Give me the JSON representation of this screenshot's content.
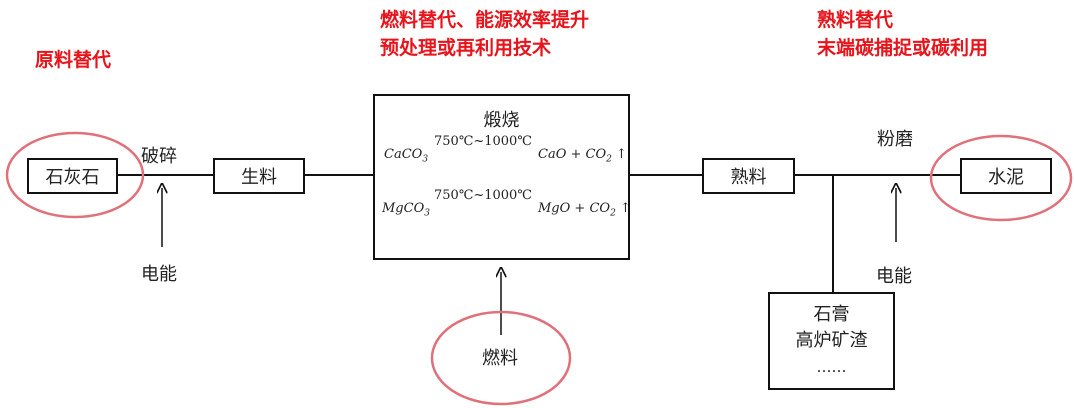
{
  "annotations": {
    "raw_material": "原料替代",
    "fuel_line1": "燃料替代、能源效率提升",
    "fuel_line2": "预处理或再利用技术",
    "clinker_line1": "熟料替代",
    "clinker_line2": "末端碳捕捉或碳利用"
  },
  "nodes": {
    "limestone": "石灰石",
    "raw_meal": "生料",
    "clinker": "熟料",
    "cement": "水泥",
    "fuel": "燃料",
    "additives_line1": "石膏",
    "additives_line2": "高炉矿渣",
    "additives_line3": "……"
  },
  "steps": {
    "crushing": "破碎",
    "grinding": "粉磨",
    "electricity_left": "电能",
    "electricity_right": "电能"
  },
  "calcination": {
    "title": "煅烧",
    "reaction1": {
      "reactant": "CaCO",
      "reactant_sub": "3",
      "condition": "750℃~1000℃",
      "product1": "CaO + CO",
      "product_sub": "2",
      "arrow": "↑"
    },
    "reaction2": {
      "reactant": "MgCO",
      "reactant_sub": "3",
      "condition": "750℃~1000℃",
      "product1": "MgO + CO",
      "product_sub": "2",
      "arrow": "↑"
    }
  },
  "colors": {
    "highlight": "#e8141b",
    "ellipse": "#e0707a",
    "line": "#111111"
  }
}
